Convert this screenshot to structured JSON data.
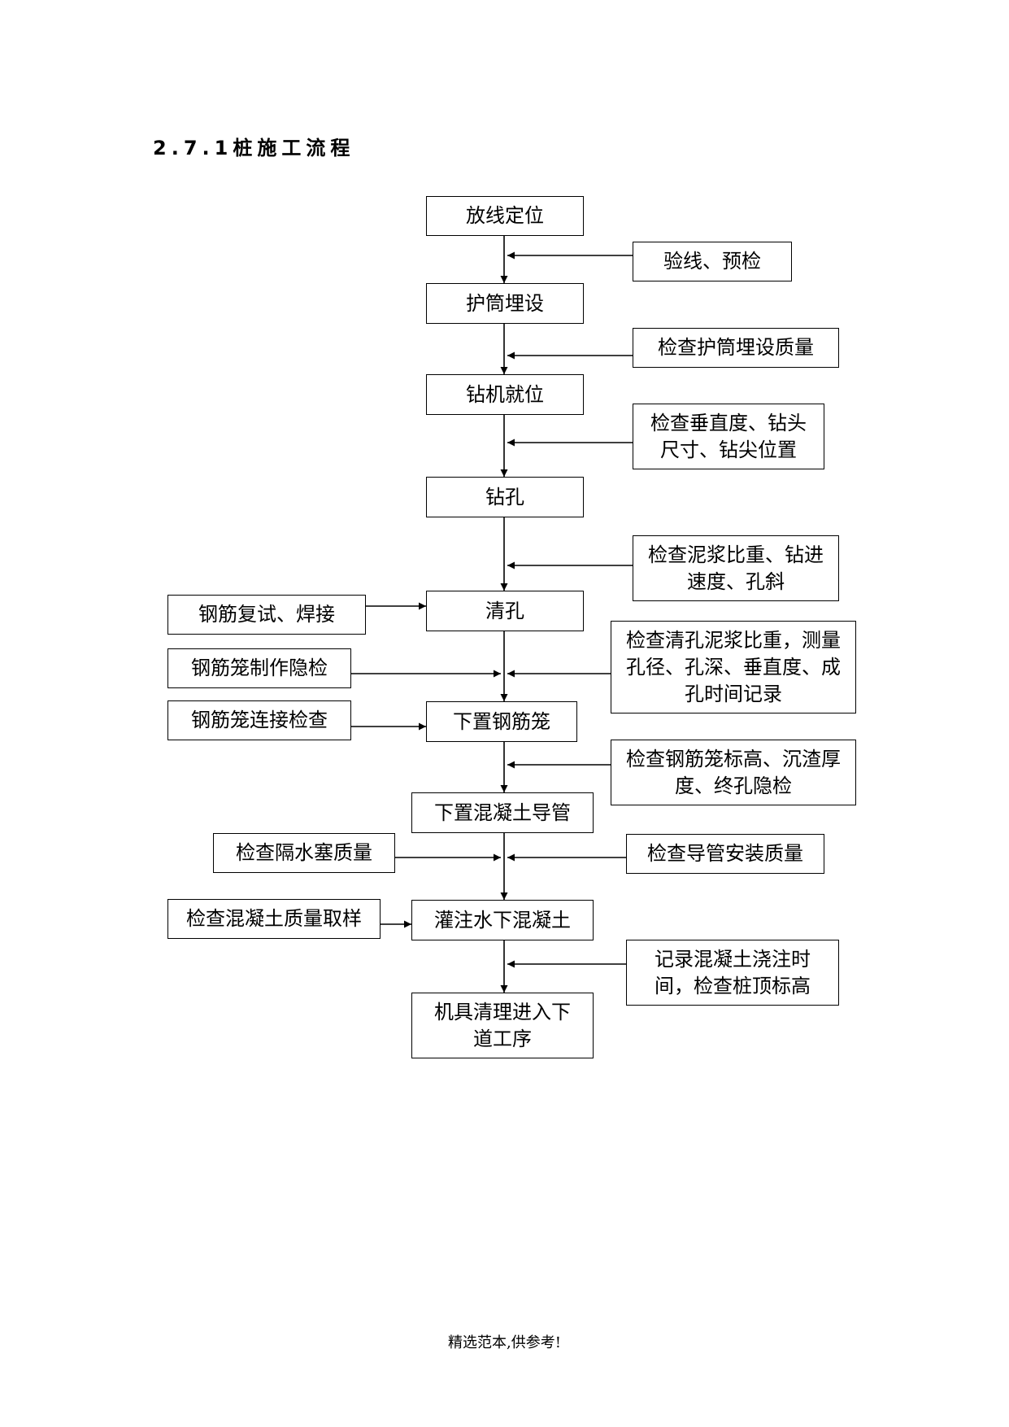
{
  "heading": "2.7.1桩施工流程",
  "flowchart": {
    "main_steps": {
      "s1": "放线定位",
      "s2": "护筒埋设",
      "s3": "钻机就位",
      "s4": "钻孔",
      "s5": "清孔",
      "s6": "下置钢筋笼",
      "s7": "下置混凝土导管",
      "s8": "灌注水下混凝土",
      "s9": "机具清理进入下道工序"
    },
    "right_checks": {
      "r1": "验线、预检",
      "r2": "检查护筒埋设质量",
      "r3": "检查垂直度、钻头尺寸、钻尖位置",
      "r4": "检查泥浆比重、钻进速度、孔斜",
      "r5": "检查清孔泥浆比重，测量孔径、孔深、垂直度、成孔时间记录",
      "r6": "检查钢筋笼标高、沉渣厚度、终孔隐检",
      "r7": "检查导管安装质量",
      "r8": "记录混凝土浇注时间，检查桩顶标高"
    },
    "left_checks": {
      "l1": "钢筋复试、焊接",
      "l2": "钢筋笼制作隐检",
      "l3": "钢筋笼连接检查",
      "l4": "检查隔水塞质量",
      "l5": "检查混凝土质量取样"
    }
  },
  "footer": "精选范本,供参考!"
}
